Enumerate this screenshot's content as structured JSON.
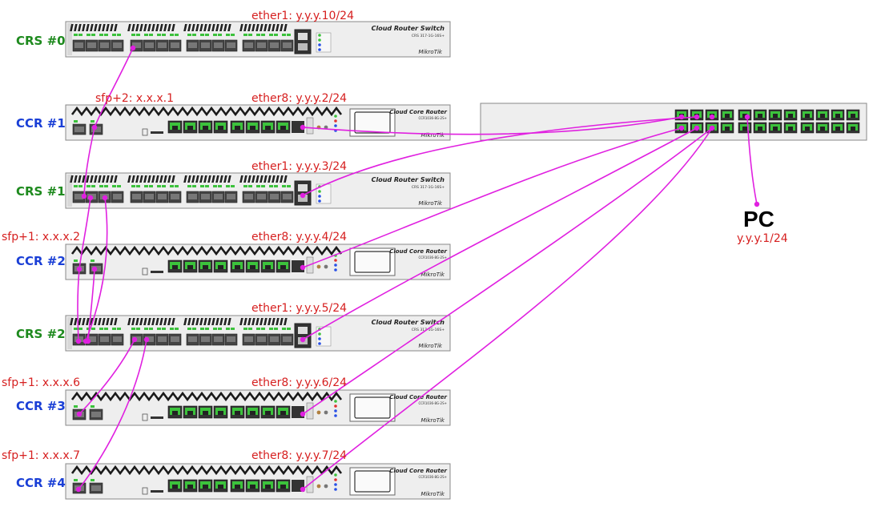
{
  "devices": [
    {
      "id": "crs0",
      "kind": "crs",
      "name": "CRS #0",
      "addr": "ether1: y.y.y.10/24",
      "brand": "Cloud Router Switch",
      "model": "CRS 317-1G-16S+",
      "logo": "MikroTik"
    },
    {
      "id": "ccr1",
      "kind": "ccr",
      "name": "CCR #1",
      "addr": "ether8: y.y.y.2/24",
      "sfp_addr": "sfp+2: x.x.x.1",
      "brand": "Cloud Core Router",
      "model": "CCR1036-8G-2S+",
      "logo": "MikroTik"
    },
    {
      "id": "crs1",
      "kind": "crs",
      "name": "CRS #1",
      "addr": "ether1: y.y.y.3/24",
      "brand": "Cloud Router Switch",
      "model": "CRS 317-1G-16S+",
      "logo": "MikroTik"
    },
    {
      "id": "ccr2",
      "kind": "ccr",
      "name": "CCR #2",
      "addr": "ether8: y.y.y.4/24",
      "sfp_addr": "sfp+1: x.x.x.2",
      "brand": "Cloud Core Router",
      "model": "CCR1036-8G-2S+",
      "logo": "MikroTik"
    },
    {
      "id": "crs2",
      "kind": "crs",
      "name": "CRS #2",
      "addr": "ether1: y.y.y.5/24",
      "brand": "Cloud Router Switch",
      "model": "CRS 317-1G-16S+",
      "logo": "MikroTik"
    },
    {
      "id": "ccr3",
      "kind": "ccr",
      "name": "CCR #3",
      "addr": "ether8: y.y.y.6/24",
      "sfp_addr": "sfp+1: x.x.x.6",
      "brand": "Cloud Core Router",
      "model": "CCR1036-8G-2S+",
      "logo": "MikroTik"
    },
    {
      "id": "ccr4",
      "kind": "ccr",
      "name": "CCR #4",
      "addr": "ether8: y.y.y.7/24",
      "sfp_addr": "sfp+1: x.x.x.7",
      "brand": "Cloud Core Router",
      "model": "CCR1036-8G-2S+",
      "logo": "MikroTik"
    }
  ],
  "pc": {
    "name": "PC",
    "addr": "y.y.y.1/24"
  },
  "colors": {
    "cable": "#e020e0",
    "crs_label": "#1e8a1e",
    "ccr_label": "#1a3fd6",
    "address": "#d61f1f",
    "chassis": "#eeeeee",
    "port_led": "#3cc23c"
  }
}
